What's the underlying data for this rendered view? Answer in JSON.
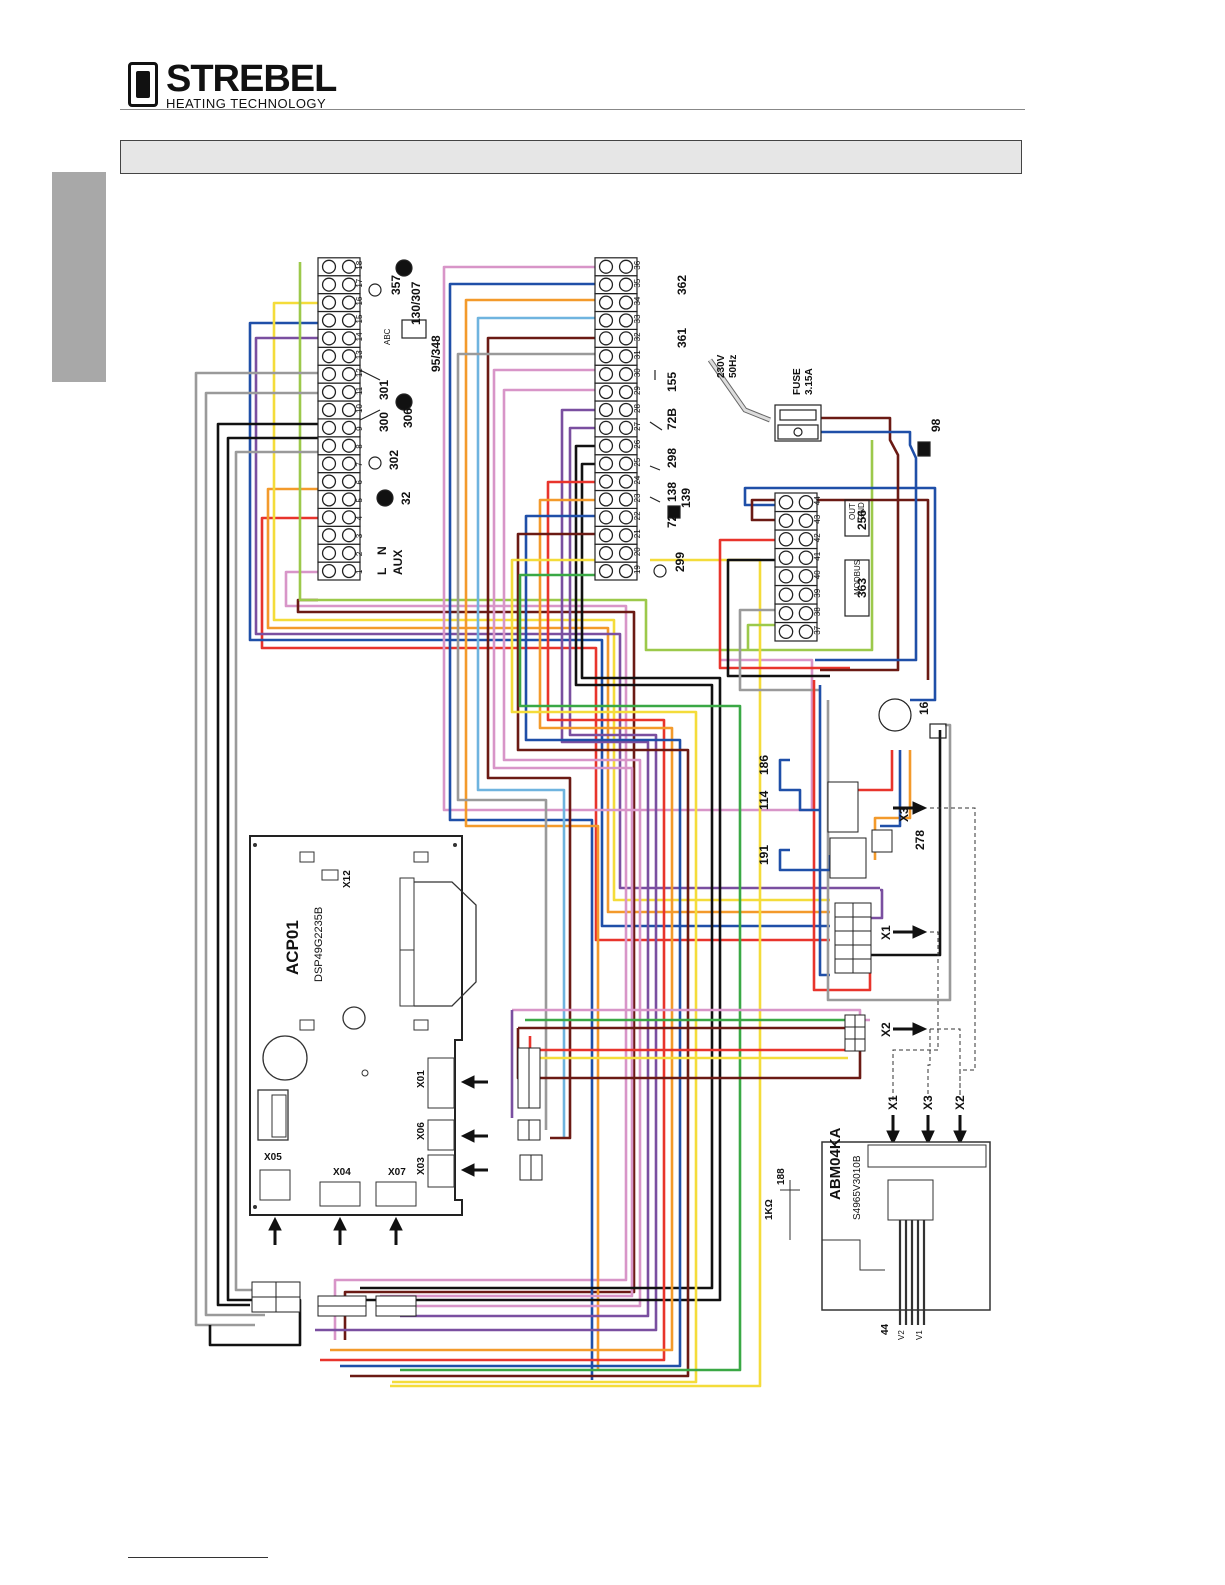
{
  "header": {
    "brand": "STREBEL",
    "subtitle": "HEATING TECHNOLOGY",
    "section_title": ""
  },
  "terminal_left": [
    "1",
    "2",
    "3",
    "4",
    "5",
    "6",
    "7",
    "8",
    "9",
    "10",
    "11",
    "12",
    "13",
    "14",
    "15",
    "16",
    "17",
    "18"
  ],
  "terminal_mid": [
    "19",
    "20",
    "21",
    "22",
    "23",
    "24",
    "25",
    "26",
    "27",
    "28",
    "29",
    "30",
    "31",
    "32",
    "33",
    "34",
    "35",
    "36"
  ],
  "terminal_right": [
    "37",
    "38",
    "39",
    "40",
    "41",
    "42",
    "43",
    "44"
  ],
  "labels": {
    "aux": "AUX",
    "l": "L",
    "n": "N",
    "c357": "357",
    "c130": "130/307",
    "c95": "95/348",
    "abc": "ABC",
    "c301": "301",
    "c306": "306",
    "c300": "300",
    "c302": "302",
    "c32": "32",
    "c362": "362",
    "c361": "361",
    "c155": "155",
    "c72b": "72B",
    "c298": "298",
    "c138": "138",
    "c139": "139",
    "c72": "72",
    "c299": "299",
    "power": "230V",
    "freq": "50Hz",
    "fuse": "FUSE",
    "fuse_rating": "3.15A",
    "c98": "98",
    "out": "OUT",
    "gnd": "GND",
    "c256": "256",
    "modbus": "MODBUS",
    "c363": "363",
    "c16": "16",
    "c186": "186",
    "c114": "114",
    "c191": "191",
    "c278": "278",
    "x3": "X3",
    "x1": "X1",
    "x2": "X2",
    "acp01": "ACP01",
    "dsp": "DSP49G2235B",
    "x12": "X12",
    "x01": "X01",
    "x06": "X06",
    "x03": "X03",
    "x05": "X05",
    "x04": "X04",
    "x07": "X07",
    "abm": "ABM04KA",
    "abm_code": "S4965V3010B",
    "c188": "188",
    "ohm": "1KΩ",
    "c44": "44",
    "v1": "V1",
    "v2": "V2"
  },
  "wire_colors": {
    "red": "#e8342c",
    "blue": "#1f4fa8",
    "orange": "#f39a2b",
    "yellow": "#f4dc3a",
    "purple": "#7a4fa0",
    "pink": "#d895c8",
    "brown": "#6b1a14",
    "black": "#111111",
    "green": "#3aa845",
    "lightgreen": "#9cc94b",
    "lightblue": "#6fb4df",
    "grey": "#9a9a9a"
  }
}
